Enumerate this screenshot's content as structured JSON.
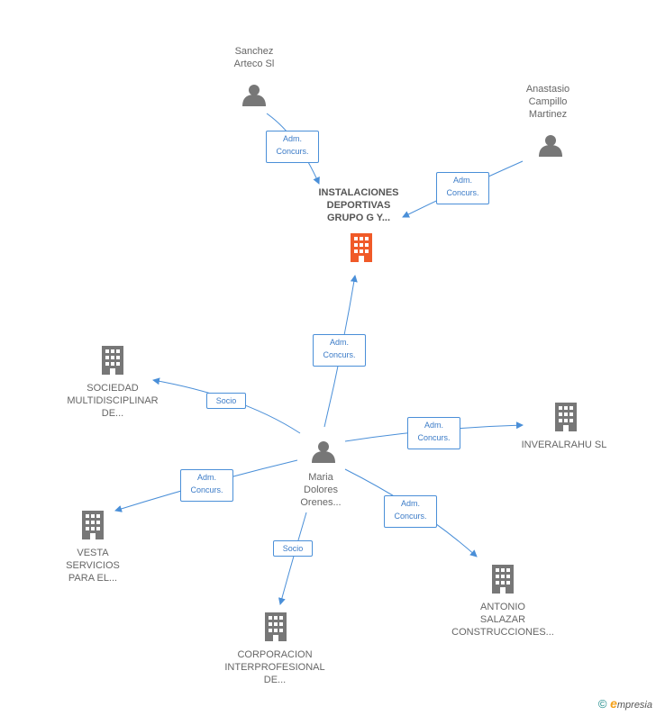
{
  "colors": {
    "edge": "#4a8fd8",
    "node_person": "#777777",
    "node_company": "#777777",
    "node_main": "#f05a28"
  },
  "nodes": {
    "sanchez": {
      "label": "Sanchez\nArteco Sl",
      "icon": "person-icon"
    },
    "anastasio": {
      "label": "Anastasio\nCampillo\nMartinez",
      "icon": "person-icon"
    },
    "main": {
      "label": "INSTALACIONES\nDEPORTIVAS\nGRUPO G Y...",
      "icon": "building-icon"
    },
    "sociedad": {
      "label": "SOCIEDAD\nMULTIDISCIPLINAR\nDE...",
      "icon": "building-icon"
    },
    "maria": {
      "label": "Maria\nDolores\nOrenes...",
      "icon": "person-icon"
    },
    "inveralrahu": {
      "label": "INVERALRAHU SL",
      "icon": "building-icon"
    },
    "vesta": {
      "label": "VESTA\nSERVICIOS\nPARA EL...",
      "icon": "building-icon"
    },
    "antonio": {
      "label": "ANTONIO\nSALAZAR\nCONSTRUCCIONES...",
      "icon": "building-icon"
    },
    "corporacion": {
      "label": "CORPORACION\nINTERPROFESIONAL\nDE...",
      "icon": "building-icon"
    }
  },
  "edges": {
    "sanchez_main": {
      "label": "Adm.\nConcurs."
    },
    "anastasio_main": {
      "label": "Adm.\nConcurs."
    },
    "maria_main": {
      "label": "Adm.\nConcurs."
    },
    "maria_sociedad": {
      "label": "Socio"
    },
    "maria_inveralrahu": {
      "label": "Adm.\nConcurs."
    },
    "maria_vesta": {
      "label": "Adm.\nConcurs."
    },
    "maria_antonio": {
      "label": "Adm.\nConcurs."
    },
    "maria_corporacion": {
      "label": "Socio"
    }
  },
  "footer": {
    "copyright_symbol": "©",
    "brand_initial": "e",
    "brand_rest": "mpresia"
  }
}
